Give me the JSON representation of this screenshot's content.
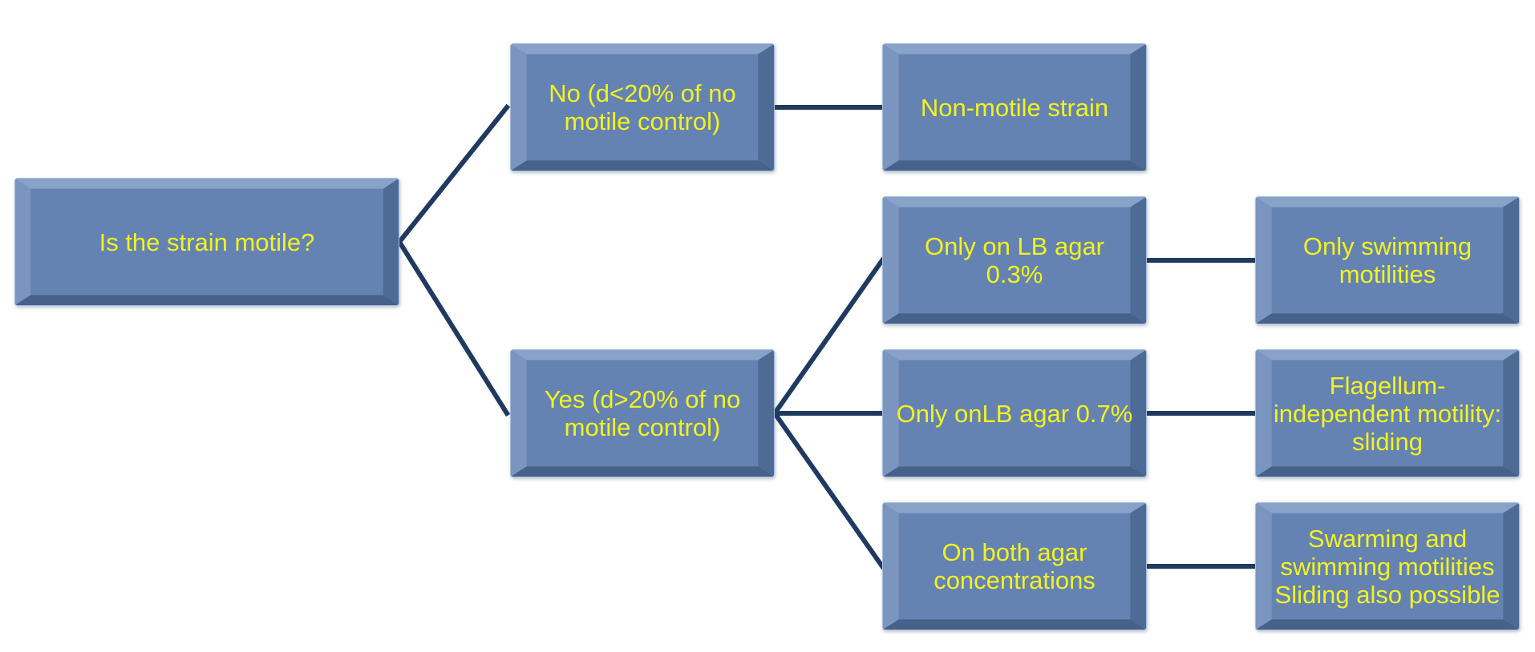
{
  "colors": {
    "box_fill": "#6483b2",
    "box_text": "#f4f21e",
    "connector": "#1f3a60",
    "background": "#ffffff"
  },
  "nodes": {
    "root": "Is the strain motile?",
    "no": "No (d<20% of no\nmotile control)",
    "yes": "Yes (d>20% of no\nmotile control)",
    "non_motile": "Non-motile strain",
    "only_03": "Only on LB agar\n0.3%",
    "only_07": "Only onLB agar 0.7%",
    "both": "On both agar\nconcentrations",
    "swimming": "Only swimming\nmotilities",
    "sliding": "Flagellum-\nindependent motility:\nsliding",
    "swarming": "Swarming and\nswimming motilities\nSliding also possible"
  }
}
